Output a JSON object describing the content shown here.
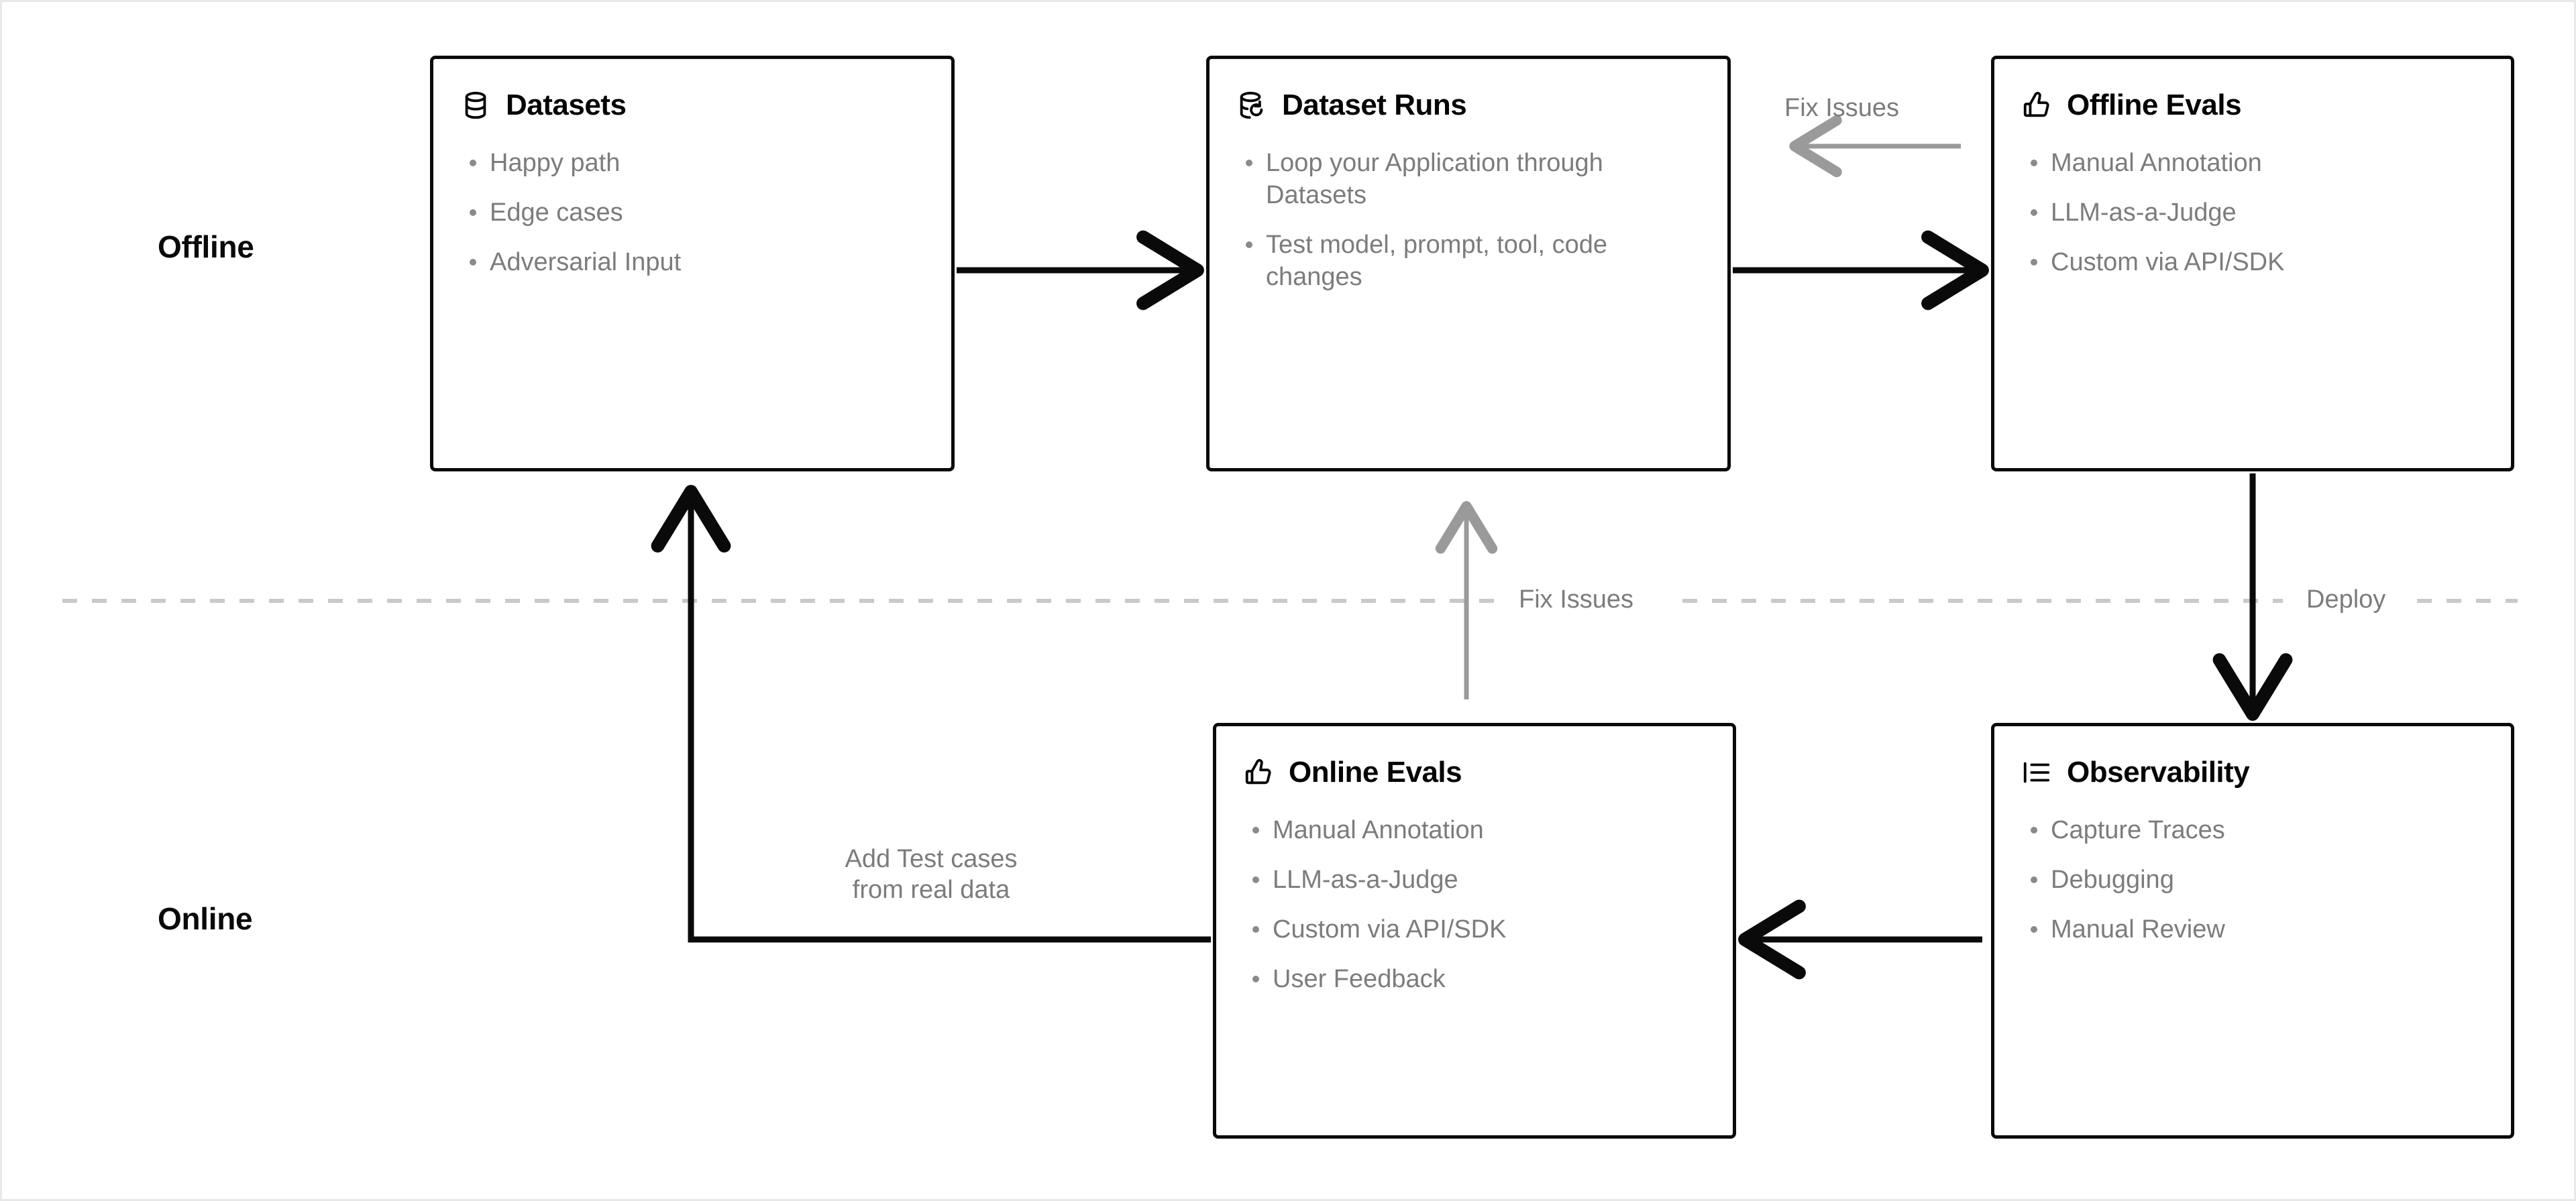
{
  "diagram": {
    "lanes": [
      {
        "id": "offline",
        "label": "Offline"
      },
      {
        "id": "online",
        "label": "Online"
      }
    ],
    "nodes": [
      {
        "id": "datasets",
        "title": "Datasets",
        "icon": "database-icon",
        "items": [
          "Happy path",
          "Edge cases",
          "Adversarial Input"
        ]
      },
      {
        "id": "dataset-runs",
        "title": "Dataset Runs",
        "icon": "database-rerun-icon",
        "items": [
          "Loop your Application through Datasets",
          "Test model, prompt, tool, code changes"
        ]
      },
      {
        "id": "offline-evals",
        "title": "Offline Evals",
        "icon": "thumbs-up-icon",
        "items": [
          "Manual Annotation",
          "LLM-as-a-Judge",
          "Custom via API/SDK"
        ]
      },
      {
        "id": "online-evals",
        "title": "Online Evals",
        "icon": "thumbs-up-icon",
        "items": [
          "Manual Annotation",
          "LLM-as-a-Judge",
          "Custom via API/SDK",
          "User Feedback"
        ]
      },
      {
        "id": "observability",
        "title": "Observability",
        "icon": "list-tree-icon",
        "items": [
          "Capture Traces",
          "Debugging",
          "Manual Review"
        ]
      }
    ],
    "edge_labels": {
      "fix_issues_top": "Fix Issues",
      "fix_issues_mid": "Fix Issues",
      "deploy": "Deploy",
      "add_test_cases_line1": "Add Test cases",
      "add_test_cases_line2": "from real data"
    },
    "colors": {
      "node_border": "#0a0a0a",
      "node_title": "#050505",
      "bullet_text": "#7c7c7c",
      "edge_strong": "#0a0a0a",
      "edge_soft": "#9a9a9a",
      "divider": "#c9c9c9",
      "canvas": "#ffffff"
    }
  }
}
